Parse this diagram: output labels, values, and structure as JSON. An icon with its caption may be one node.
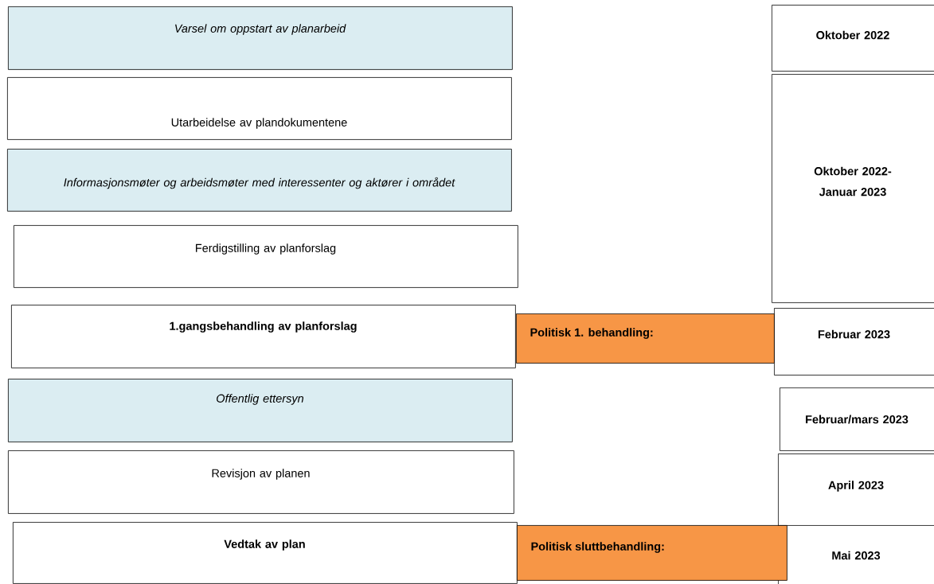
{
  "diagram": {
    "nodes": [
      {
        "text": [
          "Varsel om oppstart av planarbeid"
        ]
      },
      {
        "text": [
          "Oktober 2022"
        ]
      },
      {
        "text": [
          "Utarbeidelse av plandokumentene"
        ]
      },
      {
        "text": [
          "Oktober 2022- Januar 2023"
        ]
      },
      {
        "text": [
          "Informasjonsmøter og arbeidsmøter med interessenter og aktører i området"
        ]
      },
      {
        "text": [
          "Ferdigstilling av planforslag"
        ]
      },
      {
        "text": [
          "1.gangsbehandling av planforslag"
        ]
      },
      {
        "text": [
          "Politisk 1. behandling:"
        ]
      },
      {
        "text": [
          "Februar 2023"
        ]
      },
      {
        "text": [
          "Offentlig ettersyn"
        ]
      },
      {
        "text": [
          "Februar/mars 2023"
        ]
      },
      {
        "text": [
          "Revisjon av planen"
        ]
      },
      {
        "text": [
          "April 2023"
        ]
      },
      {
        "text": [
          "Vedtak av plan"
        ]
      },
      {
        "text": [
          "Politisk sluttbehandling:"
        ]
      },
      {
        "text": [
          "Mai 2023"
        ]
      }
    ]
  }
}
